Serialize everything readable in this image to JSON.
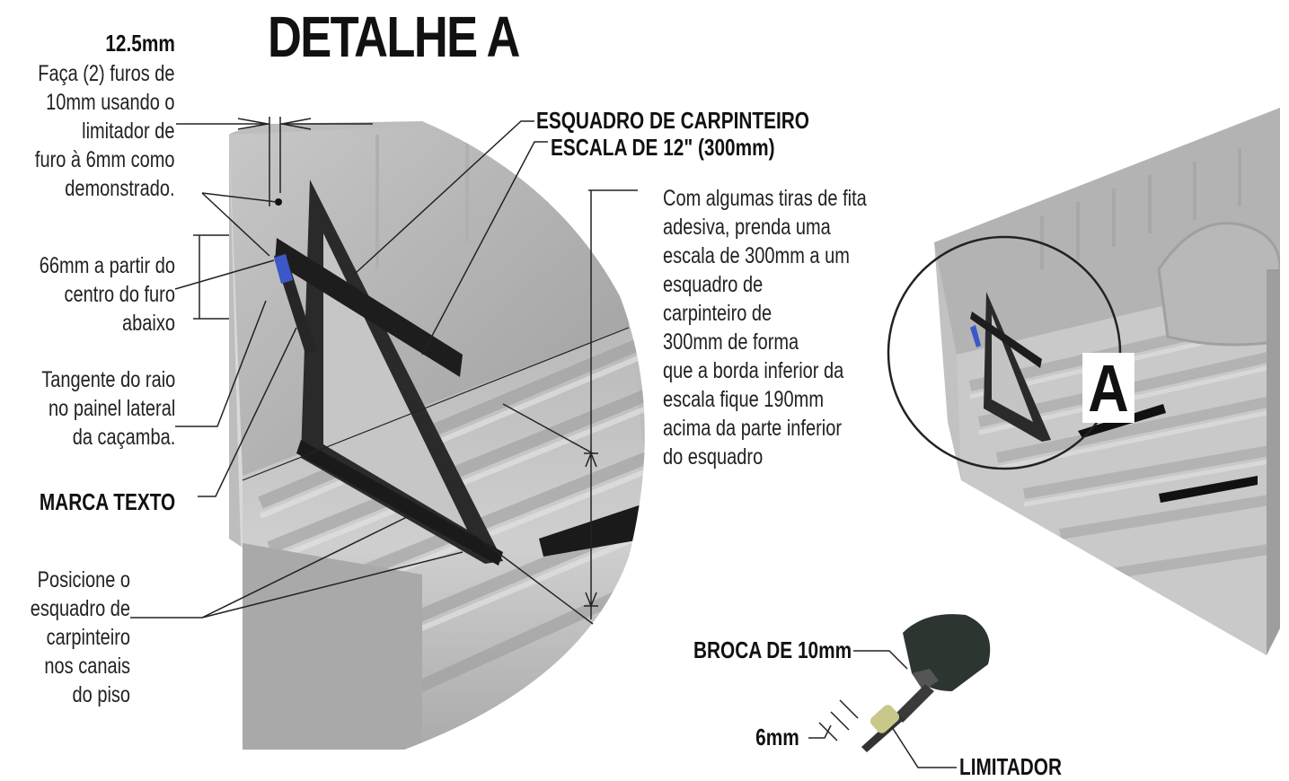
{
  "title": "DETALHE A",
  "notes": {
    "hole_size": "12.5mm",
    "hole_instructions": [
      "Faça (2) furos de",
      "10mm usando o",
      "limitador de",
      "furo à 6mm como",
      "demonstrado."
    ],
    "distance": [
      "66mm a partir do",
      "centro do furo",
      "abaixo"
    ],
    "tangent": [
      "Tangente do raio",
      "no painel lateral",
      "da caçamba."
    ],
    "marker": "MARCA TEXTO",
    "position": [
      "Posicione o",
      "esquadro de",
      "carpinteiro",
      "nos canais",
      "do piso"
    ],
    "square": "ESQUADRO DE CARPINTEIRO",
    "scale": "ESCALA DE 12\" (300mm)",
    "instructions": [
      "Com algumas tiras de fita",
      "adesiva, prenda uma",
      "escala de 300mm a um",
      "esquadro de",
      "carpinteiro de",
      "300mm de forma",
      "que a borda inferior da",
      "escala fique 190mm",
      "acima da parte inferior",
      "do esquadro"
    ],
    "detail_label": "A",
    "drill_bit": "BROCA DE 10mm",
    "depth": "6mm",
    "stop": "LIMITADOR"
  }
}
